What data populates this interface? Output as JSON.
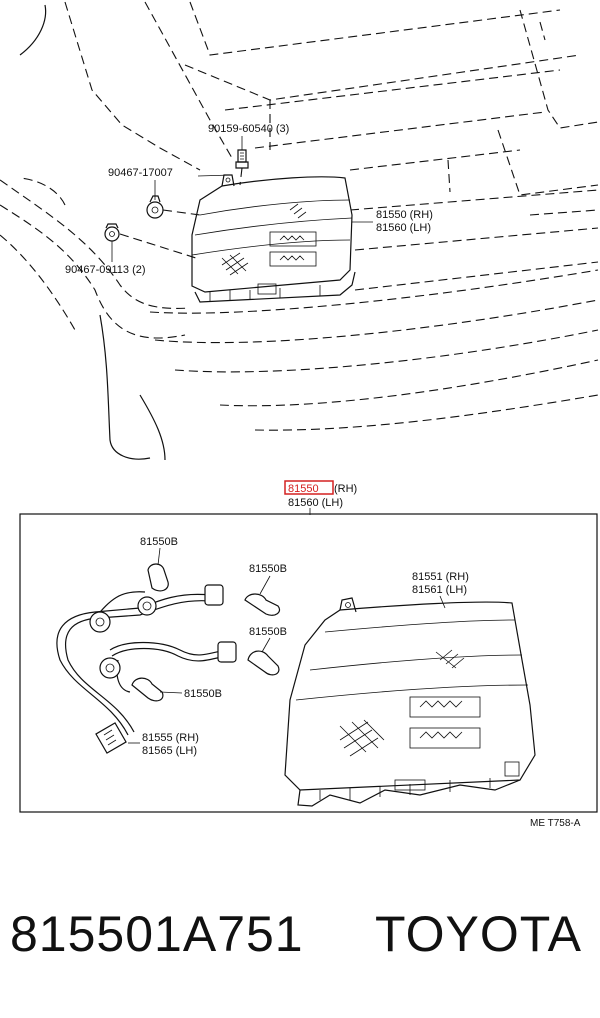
{
  "upper_view": {
    "labels": {
      "screw": "90159-60540 (3)",
      "clip_upper": "90467-17007",
      "clip_lower": "90467-09113 (2)",
      "lamp_rh": "81550 (RH)",
      "lamp_lh": "81560 (LH)"
    }
  },
  "lower_view": {
    "header_part": "81550",
    "header_rh": "(RH)",
    "header_lh": "81560 (LH)",
    "labels": {
      "bulb_1": "81550B",
      "bulb_2": "81550B",
      "bulb_3": "81550B",
      "bulb_4": "81550B",
      "lens_rh": "81551 (RH)",
      "lens_lh": "81561 (LH)",
      "socket_rh": "81555 (RH)",
      "socket_lh": "81565 (LH)"
    },
    "figure_code": "ME  T758-A",
    "highlight_color": "#d42020"
  },
  "caption": {
    "part_number": "815501A751",
    "brand": "TOYOTA"
  }
}
